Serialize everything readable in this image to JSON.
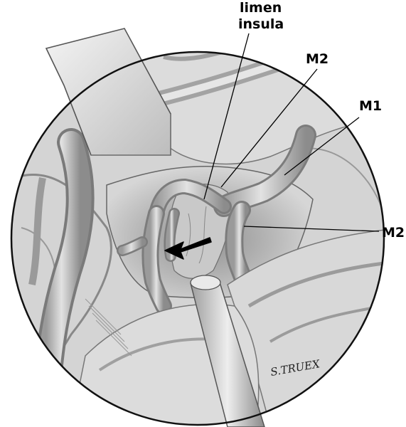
{
  "figure": {
    "labels": {
      "limen_line1": "limen",
      "limen_line2": "insula",
      "m2_upper": "M2",
      "m1": "M1",
      "m2_lower": "M2"
    },
    "signature": "S.TRUEX"
  },
  "colors": {
    "ink": "#000000",
    "brain": "#d9d9d9",
    "vessel": "#bcbcbc",
    "shadow": "#7a7a7a"
  }
}
